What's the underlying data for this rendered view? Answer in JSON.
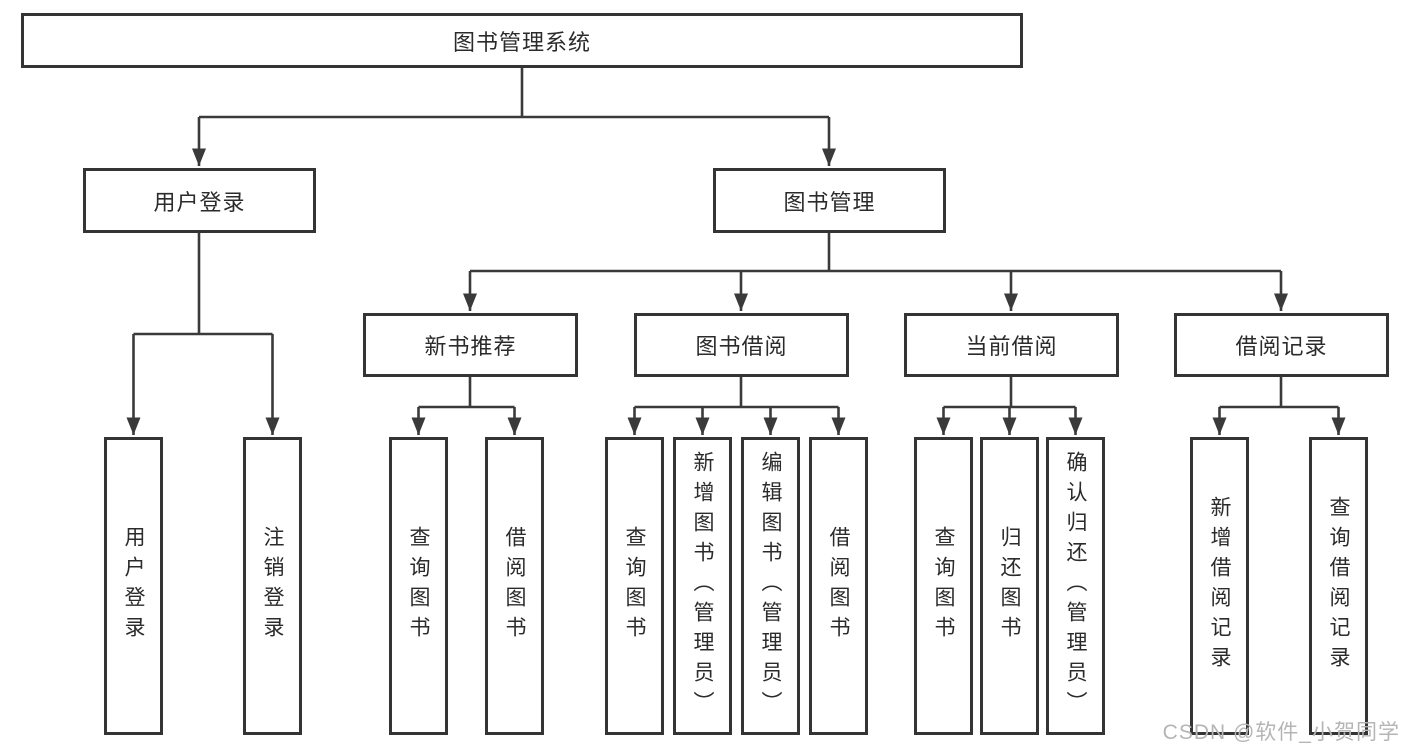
{
  "diagram": {
    "root": "图书管理系统",
    "branches": [
      {
        "label": "用户登录",
        "children": [
          {
            "label": "用户登录"
          },
          {
            "label": "注销登录"
          }
        ]
      },
      {
        "label": "图书管理",
        "children": [
          {
            "label": "新书推荐",
            "children": [
              {
                "label": "查询图书"
              },
              {
                "label": "借阅图书"
              }
            ]
          },
          {
            "label": "图书借阅",
            "children": [
              {
                "label": "查询图书"
              },
              {
                "label": "新增图书（管理员）"
              },
              {
                "label": "编辑图书（管理员）"
              },
              {
                "label": "借阅图书"
              }
            ]
          },
          {
            "label": "当前借阅",
            "children": [
              {
                "label": "查询图书"
              },
              {
                "label": "归还图书"
              },
              {
                "label": "确认归还（管理员）"
              }
            ]
          },
          {
            "label": "借阅记录",
            "children": [
              {
                "label": "新增借阅记录"
              },
              {
                "label": "查询借阅记录"
              }
            ]
          }
        ]
      }
    ]
  },
  "watermark": {
    "text": "CSDN @软件_小贺同学"
  },
  "colors": {
    "line": "#3a3a3a",
    "border": "#343434",
    "text": "#2b2b2b",
    "watermark": "#b5b5b5"
  }
}
